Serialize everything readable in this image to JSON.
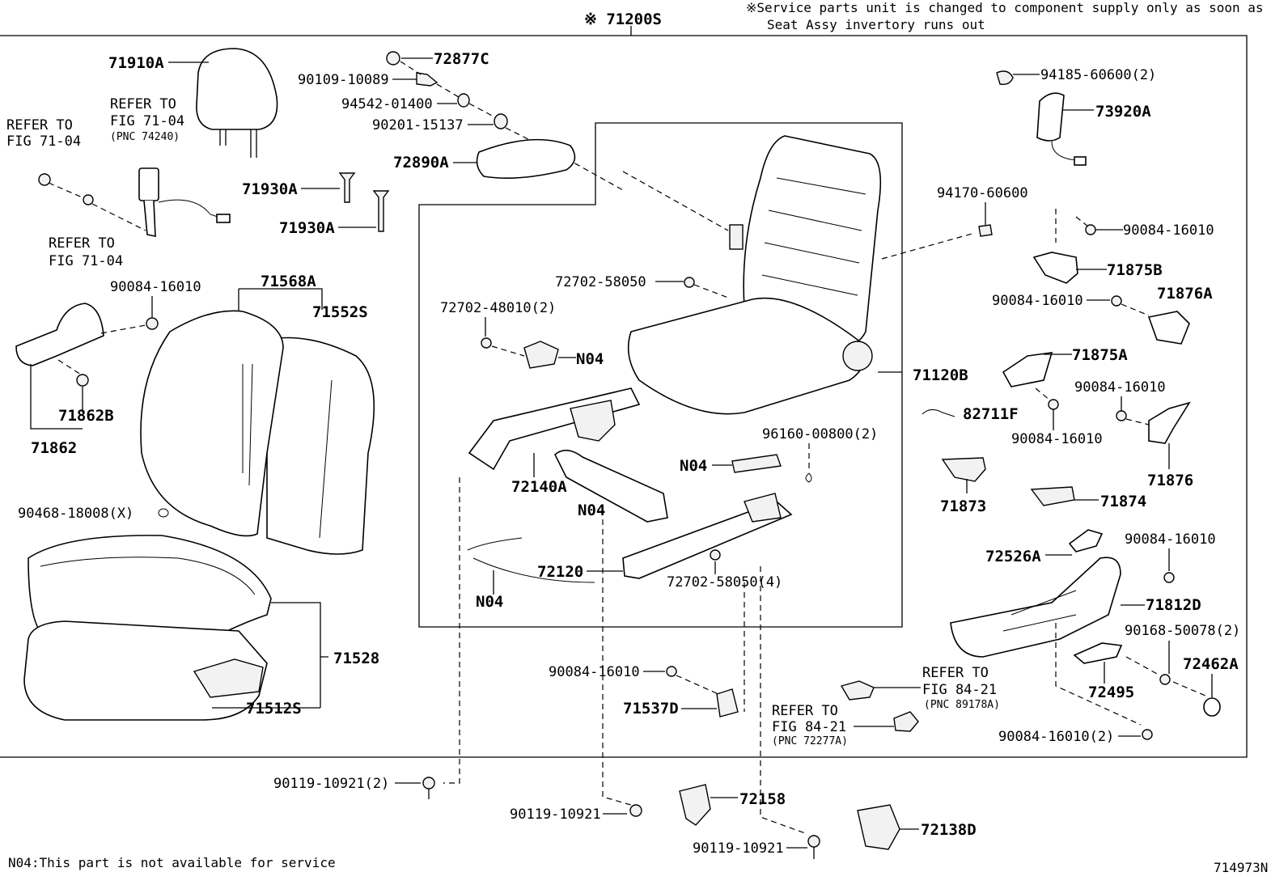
{
  "header": {
    "assy_label": "※ 71200S",
    "service_note_line1": "※Service parts unit is changed to component supply only as soon as",
    "service_note_line2": "Seat Assy invertory runs out"
  },
  "footer": {
    "n04_note": "N04:This part is not available for service",
    "figure_id": "714973N"
  },
  "labels": {
    "p71910A": "71910A",
    "refer_a1": "REFER TO",
    "refer_a2": "FIG 71-04",
    "refer_b1": "REFER TO",
    "refer_b2": "FIG 71-04",
    "refer_b3": "(PNC 74240)",
    "refer_c1": "REFER TO",
    "refer_c2": "FIG 71-04",
    "p72877C": "72877C",
    "p90109": "90109-10089",
    "p94542": "94542-01400",
    "p90201": "90201-15137",
    "p72890A": "72890A",
    "p71930A_1": "71930A",
    "p71930A_2": "71930A",
    "p71568A": "71568A",
    "p71552S": "71552S",
    "p90084_l": "90084-16010",
    "p71862B": "71862B",
    "p71862": "71862",
    "p90468": "90468-18008(X)",
    "p71528": "71528",
    "p71512S": "71512S",
    "p72702_58050_a": "72702-58050",
    "p72702_48010": "72702-48010(2)",
    "n04_a": "N04",
    "p71120B": "71120B",
    "p72140A": "72140A",
    "n04_b": "N04",
    "p96160": "96160-00800(2)",
    "n04_c": "N04",
    "p72120": "72120",
    "n04_d": "N04",
    "p72702_58050_4": "72702-58050(4)",
    "p94185": "94185-60600(2)",
    "p73920A": "73920A",
    "p94170": "94170-60600",
    "p90084_r1": "90084-16010",
    "p71875B": "71875B",
    "p90084_r2": "90084-16010",
    "p71876A": "71876A",
    "p71875A": "71875A",
    "p90084_r3": "90084-16010",
    "p82711F": "82711F",
    "p90084_r4": "90084-16010",
    "p71876": "71876",
    "p71873": "71873",
    "p71874": "71874",
    "p90084_r5": "90084-16010",
    "p72526A": "72526A",
    "p71812D": "71812D",
    "p90168": "90168-50078(2)",
    "p72462A": "72462A",
    "p72495": "72495",
    "p90084_r6": "90084-16010(2)",
    "refer_d1": "REFER TO",
    "refer_d2": "FIG 84-21",
    "refer_d3": "(PNC 89178A)",
    "refer_e1": "REFER TO",
    "refer_e2": "FIG 84-21",
    "refer_e3": "(PNC 72277A)",
    "p90084_c": "90084-16010",
    "p71537D": "71537D",
    "p90119_2": "90119-10921(2)",
    "p90119_a": "90119-10921",
    "p72158": "72158",
    "p90119_b": "90119-10921",
    "p72138D": "72138D"
  }
}
